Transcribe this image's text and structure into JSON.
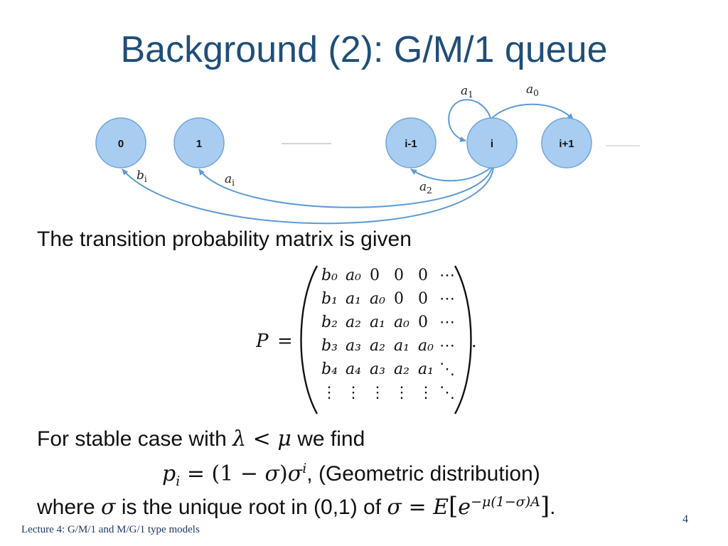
{
  "slide": {
    "title": "Background (2): G/M/1 queue",
    "footer": "Lecture 4: G/M/1 and M/G/1 type models",
    "page_number": "4"
  },
  "diagram": {
    "states": [
      {
        "id": "s0",
        "label": "0"
      },
      {
        "id": "s1",
        "label": "1"
      },
      {
        "id": "sim1",
        "label": "i-1"
      },
      {
        "id": "si",
        "label": "i"
      },
      {
        "id": "sip1",
        "label": "i+1"
      }
    ],
    "edge_labels": {
      "a1": {
        "base": "a",
        "sub": "1"
      },
      "a0": {
        "base": "a",
        "sub": "0"
      },
      "a2": {
        "base": "a",
        "sub": "2"
      },
      "bi": {
        "base": "b",
        "sub": "i"
      },
      "ai": {
        "base": "a",
        "sub": "i"
      }
    },
    "colors": {
      "node_fill": "#a9cdf1",
      "node_stroke": "#6fa5d8",
      "edge": "#5b9bd5"
    }
  },
  "text": {
    "matrix_intro": "The transition probability matrix is given",
    "matrix_symbol": "P",
    "equals": "=",
    "period": ".",
    "stable_prefix": "For stable case with ",
    "stable_lambda": "λ",
    "stable_lt": " < ",
    "stable_mu": "μ",
    "stable_suffix": " we find",
    "pi_p": "p",
    "pi_sub": "i",
    "pi_eq": " = (1 − ",
    "pi_sigma": "σ",
    "pi_close": ")",
    "pi_sigma2": "σ",
    "pi_sup": "i",
    "pi_comment": ", (Geometric distribution)",
    "where_prefix": "where ",
    "where_sigma": "σ",
    "where_mid": " is the unique root in (0,1) of ",
    "where_sigma2": "σ",
    "where_eq": " = ",
    "where_E": "E",
    "where_lbr": "[",
    "where_e": "e",
    "where_exp": "−μ(1−σ)A",
    "where_rbr": "]",
    "where_end": "."
  },
  "matrix": {
    "rows": [
      [
        "b₀",
        "a₀",
        "0",
        "0",
        "0",
        "⋯"
      ],
      [
        "b₁",
        "a₁",
        "a₀",
        "0",
        "0",
        "⋯"
      ],
      [
        "b₂",
        "a₂",
        "a₁",
        "a₀",
        "0",
        "⋯"
      ],
      [
        "b₃",
        "a₃",
        "a₂",
        "a₁",
        "a₀",
        "⋯"
      ],
      [
        "b₄",
        "a₄",
        "a₃",
        "a₂",
        "a₁",
        "⋱"
      ],
      [
        "⋮",
        "⋮",
        "⋮",
        "⋮",
        "⋮",
        "⋱"
      ]
    ]
  }
}
